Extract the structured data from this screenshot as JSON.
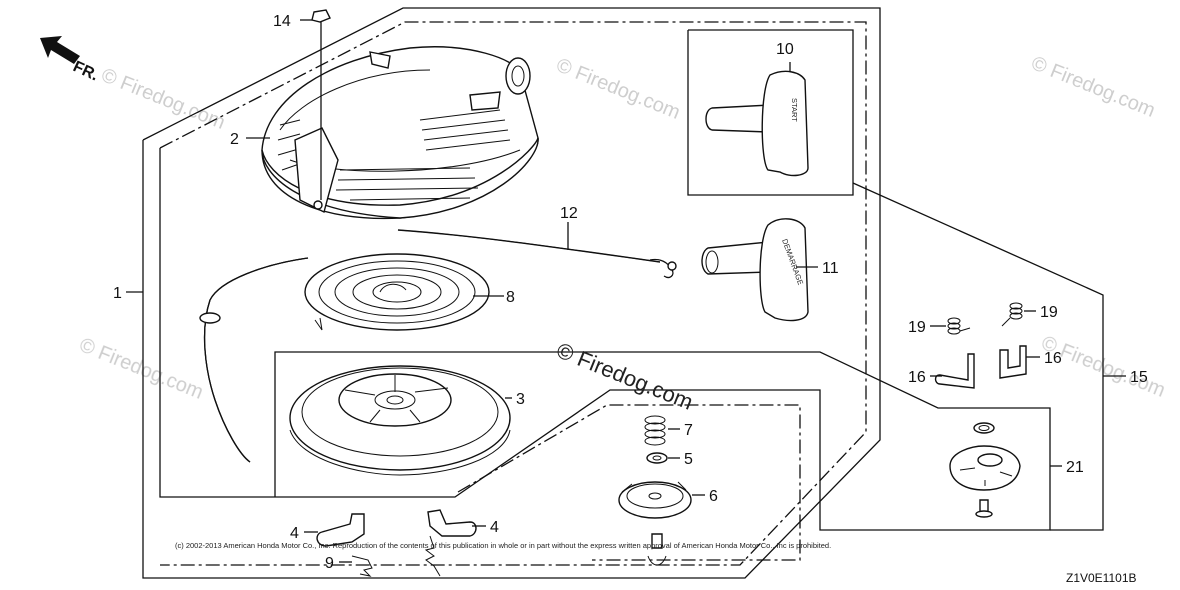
{
  "direction_label": "FR.",
  "callouts": {
    "c1": "1",
    "c2": "2",
    "c3": "3",
    "c4a": "4",
    "c4b": "4",
    "c5": "5",
    "c6": "6",
    "c7": "7",
    "c8": "8",
    "c9": "9",
    "c10": "10",
    "c11": "11",
    "c12": "12",
    "c14": "14",
    "c15": "15",
    "c16a": "16",
    "c16b": "16",
    "c19a": "19",
    "c19b": "19",
    "c21": "21"
  },
  "grip_text": {
    "start": "START",
    "demarrage": "DEMARRAGE"
  },
  "watermark": "© Firedog.com",
  "watermark_faint": "© Firedog.com",
  "copyright": "(c) 2002-2013 American Honda Motor Co., Inc. Reproduction of the contents of this publication in whole or in part without the express written approval of American Honda Motor Co., Inc is prohibited.",
  "diagram_code": "Z1V0E1101B",
  "icons": [
    "front-direction-arrow-icon"
  ]
}
